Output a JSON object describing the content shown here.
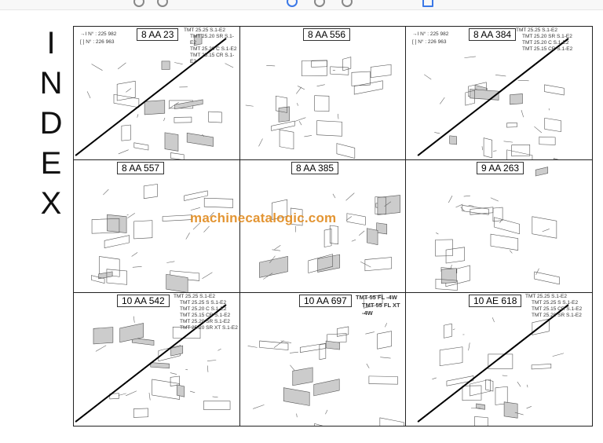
{
  "index_letters": [
    "I",
    "N",
    "D",
    "E",
    "X"
  ],
  "watermark": "machinecatalogic.com",
  "cells": [
    {
      "code": "8 AA 23",
      "refs": [
        "→I N° : 225 982",
        "[ ] N° : 226 963"
      ],
      "models": [
        "TMT 25.25 S.1-E2",
        "TMT 25.20 SR S.1-E2",
        "TMT 25.20 C S.1-E2",
        "TMT 25.15 CR S.1-E2"
      ],
      "crossed": true
    },
    {
      "code": "8 AA 556",
      "refs": [],
      "models": [],
      "crossed": false
    },
    {
      "code": "8 AA 384",
      "refs": [
        "→I N° : 225 982",
        "[ ] N° : 226 963"
      ],
      "models": [
        "TMT 25.25 S.1-E2",
        "TMT 25.20 SR S.1-E2",
        "TMT 25.20 C S.1-E2",
        "TMT 25.15 CR S.1-E2"
      ],
      "crossed": true
    },
    {
      "code": "8 AA 557",
      "refs": [],
      "models": [],
      "crossed": false
    },
    {
      "code": "8 AA 385",
      "refs": [],
      "models": [],
      "crossed": false
    },
    {
      "code": "9 AA 263",
      "refs": [],
      "models": [],
      "crossed": false
    },
    {
      "code": "10 AA 542",
      "refs": [],
      "models": [
        "TMT 25.25 S.1-E2",
        "TMT 25.25 S S.1-E2",
        "TMT 25.20 C S.1-E2",
        "TMT 25.15 CR S.1-E2",
        "TMT 25.20 SR S.1-E2",
        "TMT 25.20 SR XT S.1-E2"
      ],
      "crossed": true
    },
    {
      "code": "10 AA 697",
      "refs": [],
      "models": [
        "TMT 55 FL -4W",
        "TMT 55 FL XT -4W"
      ],
      "crossed": false
    },
    {
      "code": "10 AE 618",
      "refs": [],
      "models": [
        "TMT 25.25 S.1-E2",
        "TMT 25.25 S S.1-E2",
        "TMT 25.15 CR S.1-E2",
        "TMT 25.20 SR S.1-E2"
      ],
      "crossed": true
    }
  ]
}
